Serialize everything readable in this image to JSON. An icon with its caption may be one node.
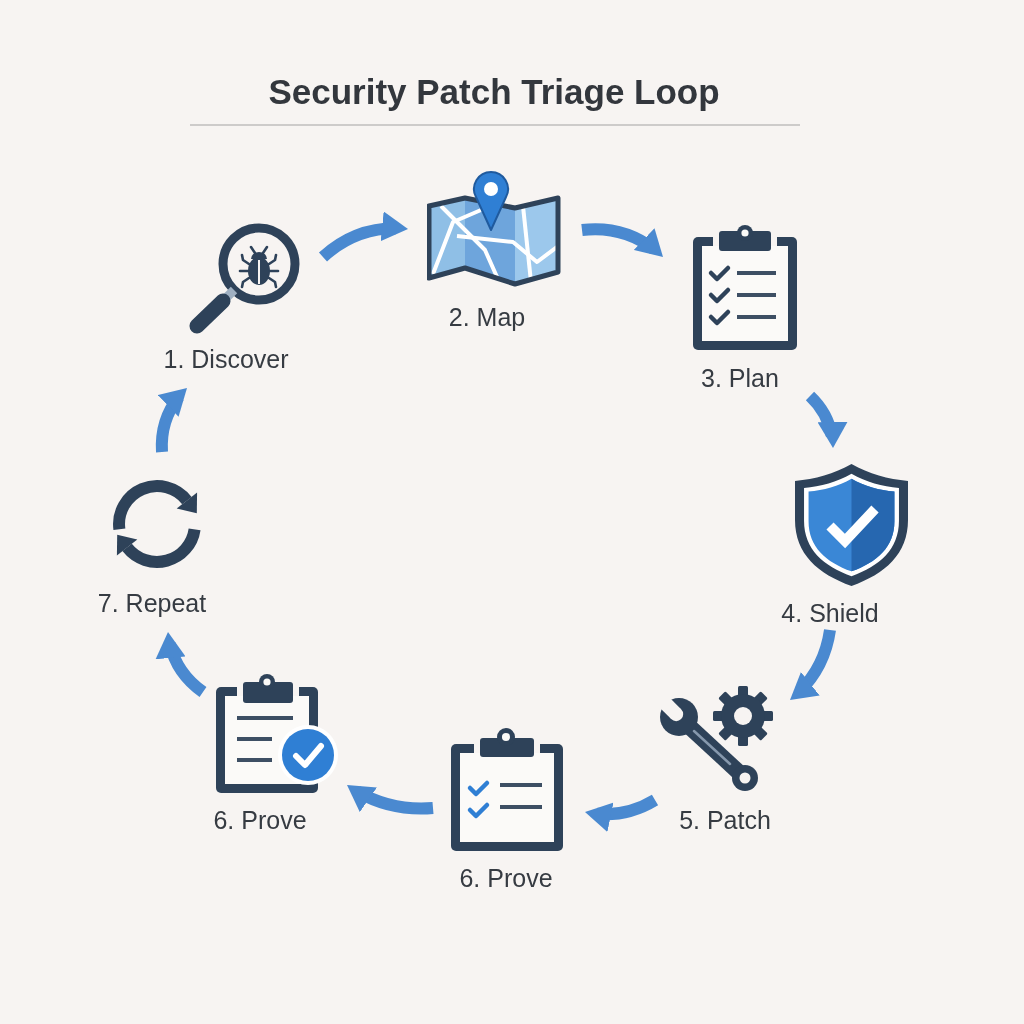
{
  "diagram": {
    "title": "Security Patch Triage Loop",
    "nodes": [
      {
        "text": [
          "1. Discover"
        ]
      },
      {
        "text": [
          "2. Map"
        ]
      },
      {
        "text": [
          "3. Plan"
        ]
      },
      {
        "text": [
          "4. Shield"
        ]
      },
      {
        "text": [
          "5. Patch"
        ]
      },
      {
        "text": [
          "6. Prove"
        ]
      },
      {
        "text": [
          "6. Prove"
        ]
      },
      {
        "text": [
          "7. Repeat"
        ]
      }
    ],
    "edges": [
      {
        "from": 0,
        "to": 1,
        "arrow": "to"
      },
      {
        "from": 1,
        "to": 2,
        "arrow": "to"
      },
      {
        "from": 2,
        "to": 3,
        "arrow": "to"
      },
      {
        "from": 3,
        "to": 4,
        "arrow": "to"
      },
      {
        "from": 4,
        "to": 5,
        "arrow": "to"
      },
      {
        "from": 5,
        "to": 6,
        "arrow": "to"
      },
      {
        "from": 6,
        "to": 7,
        "arrow": "to"
      },
      {
        "from": 7,
        "to": 0,
        "arrow": "to"
      }
    ]
  }
}
